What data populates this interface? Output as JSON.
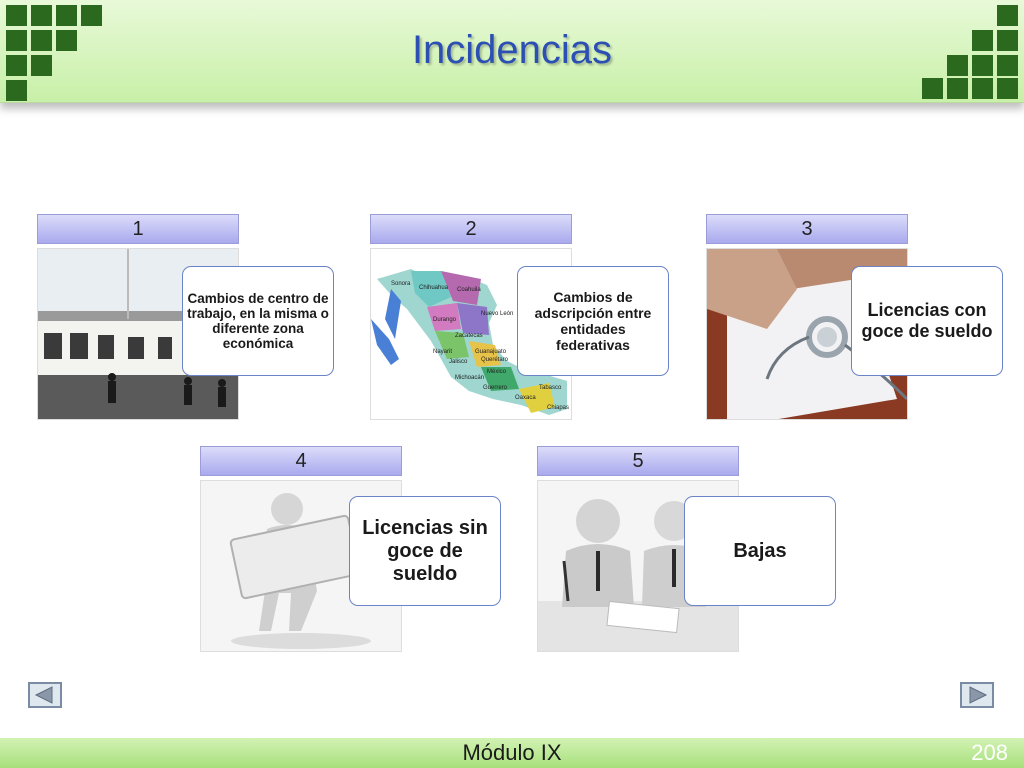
{
  "slide": {
    "title": "Incidencias",
    "footer_module": "Módulo IX",
    "page_number": "208"
  },
  "cards": [
    {
      "number": "1",
      "text": "Cambios de centro de trabajo, en la misma o diferente zona económica",
      "image": "school-courtyard-photo"
    },
    {
      "number": "2",
      "text": "Cambios de adscripción entre entidades federativas",
      "image": "mexico-map",
      "map_labels": [
        "Sonora",
        "Chihuahua",
        "Coahuila",
        "Durango",
        "Nuevo León",
        "Nayarit",
        "Zacatecas",
        "Jalisco",
        "Guanajuato",
        "Querétaro",
        "México",
        "Michoacán",
        "Guerrero",
        "Oaxaca",
        "Chiapas",
        "Tabasco"
      ]
    },
    {
      "number": "3",
      "text": "Licencias con goce de sueldo",
      "image": "doctor-stethoscope-photo"
    },
    {
      "number": "4",
      "text": "Licencias sin goce de sueldo",
      "image": "figure-holding-sign"
    },
    {
      "number": "5",
      "text": "Bajas",
      "image": "figures-signing-document"
    }
  ],
  "nav": {
    "prev_icon": "triangle-left-icon",
    "next_icon": "triangle-right-icon"
  },
  "colors": {
    "header_green": "#c8f0a8",
    "square_green": "#2b6a1e",
    "title_blue": "#2b4fb3",
    "card_border": "#6b84c8"
  }
}
